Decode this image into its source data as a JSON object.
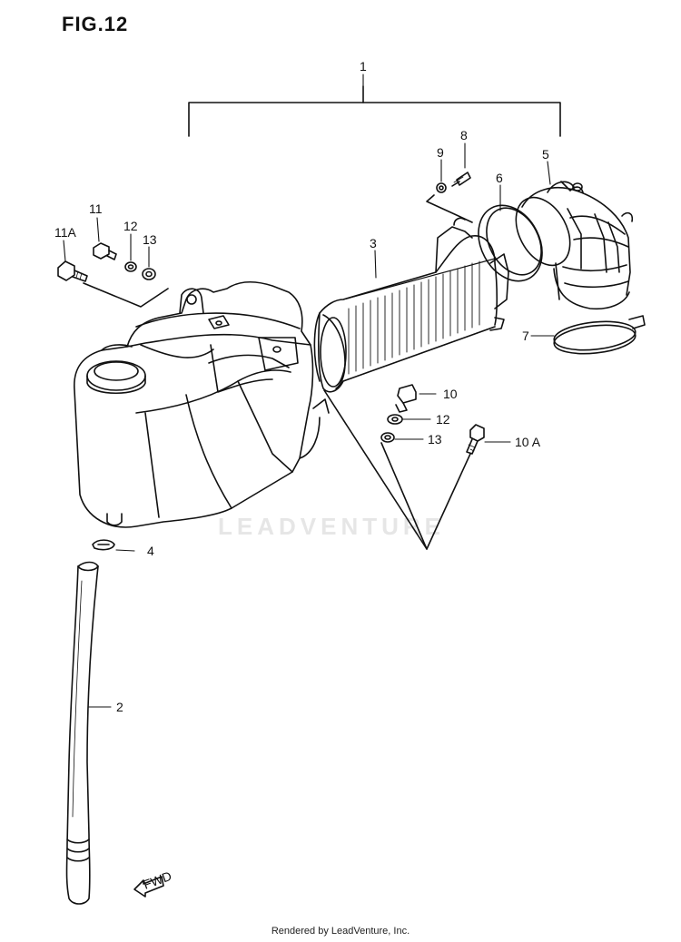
{
  "figure": {
    "title": "FIG.12"
  },
  "watermark": {
    "text": "LEADVENTURE"
  },
  "footer": {
    "text": "Rendered by LeadVenture, Inc."
  },
  "callouts": {
    "group_1": "1",
    "hose_2": "2",
    "filter_3": "3",
    "clip_4": "4",
    "joint_5": "5",
    "band_6": "6",
    "clamp_7": "7",
    "bolt_8": "8",
    "washer_9": "9",
    "bolt_10": "10",
    "bolt_10a": "10 A",
    "bolt_11": "11",
    "bolt_11a": "11A",
    "washer_12_top": "12",
    "washer_12_right": "12",
    "washer_13_top": "13",
    "washer_13_right": "13"
  },
  "fwd_arrow": {
    "label": "FWD"
  }
}
